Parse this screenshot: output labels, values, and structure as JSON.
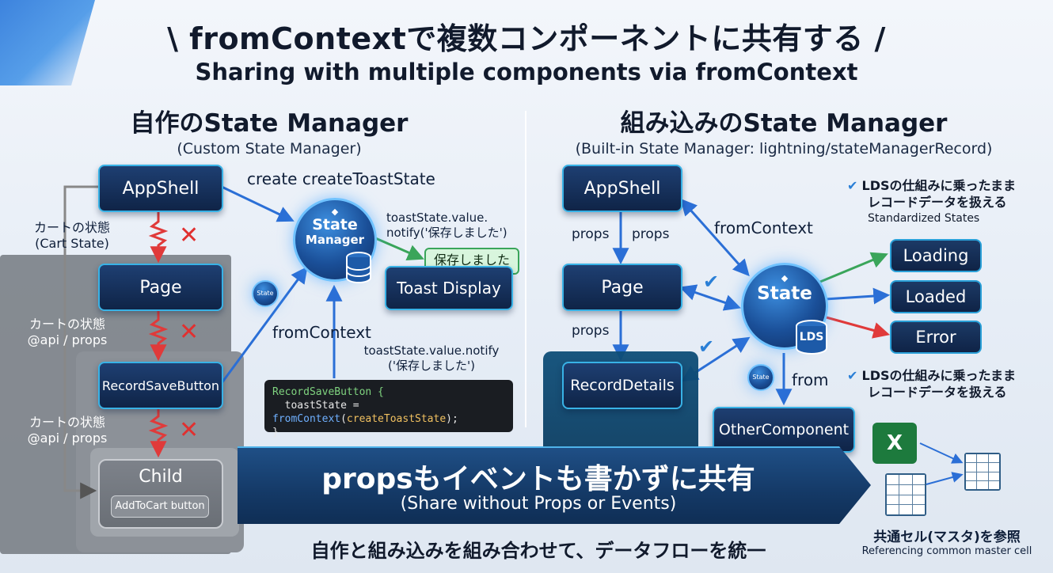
{
  "title": {
    "main": "\\ fromContextで複数コンポーネントに共有する /",
    "sub": "Sharing with multiple components via fromContext"
  },
  "left": {
    "heading": "自作のState Manager",
    "subheading": "(Custom State Manager)",
    "appshell": "AppShell",
    "page": "Page",
    "record_save_button": "RecordSaveButton",
    "child": "Child",
    "add_to_cart": "AddToCart button",
    "cart_state_1": "カートの状態",
    "cart_state_1_en": "(Cart State)",
    "cart_state_2": "カートの状態",
    "cart_state_2_sub": "@api / props",
    "cart_state_3": "カートの状態",
    "cart_state_3_sub": "@api / props",
    "create_label": "create createToastState",
    "state_manager_l1": "State",
    "state_manager_l2": "Manager",
    "mini_state": "State",
    "notify_l1": "toastState.value.",
    "notify_l2": "notify('保存しました')",
    "saved_chip": "保存しました",
    "toast_display": "Toast Display",
    "from_context": "fromContext",
    "notify2_l1": "toastState.value.notify",
    "notify2_l2": "('保存しました')",
    "code": {
      "line1": "RecordSaveButton {",
      "line2_a": "toastState = ",
      "line2_fn": "fromContext",
      "line2_arg": "createToastState",
      "line2_b": ");",
      "line3": "}"
    }
  },
  "right": {
    "heading": "組み込みのState Manager",
    "subheading": "(Built-in State Manager: lightning/stateManagerRecord)",
    "appshell": "AppShell",
    "page": "Page",
    "record_details": "RecordDetails",
    "other_component": "OtherComponent",
    "props_1": "props",
    "props_2": "props",
    "props_3": "props",
    "from_context": "fromContext",
    "from": "from",
    "state": "State",
    "lds": "LDS",
    "mini_state": "State",
    "loading": "Loading",
    "loaded": "Loaded",
    "error": "Error",
    "note1_l1": "LDSの仕組みに乗ったまま",
    "note1_l2": "レコードデータを扱える",
    "note1_l3": "Standardized States",
    "note2_l1": "LDSの仕組みに乗ったまま",
    "note2_l2": "レコードデータを扱える",
    "excel_letter": "X",
    "master_l1": "共通セル(マスタ)を参照",
    "master_l2": "Referencing common master cell"
  },
  "banner": {
    "main": "propsもイベントも書かずに共有",
    "sub": "(Share without Props or Events)"
  },
  "footer": "自作と組み込みを組み合わせて、データフローを統一",
  "colors": {
    "node_fill": "#0f2447",
    "node_border": "#38b2e6",
    "arrow_blue": "#2b6fd6",
    "arrow_red": "#e03a3a",
    "arrow_green": "#3aa55a"
  }
}
